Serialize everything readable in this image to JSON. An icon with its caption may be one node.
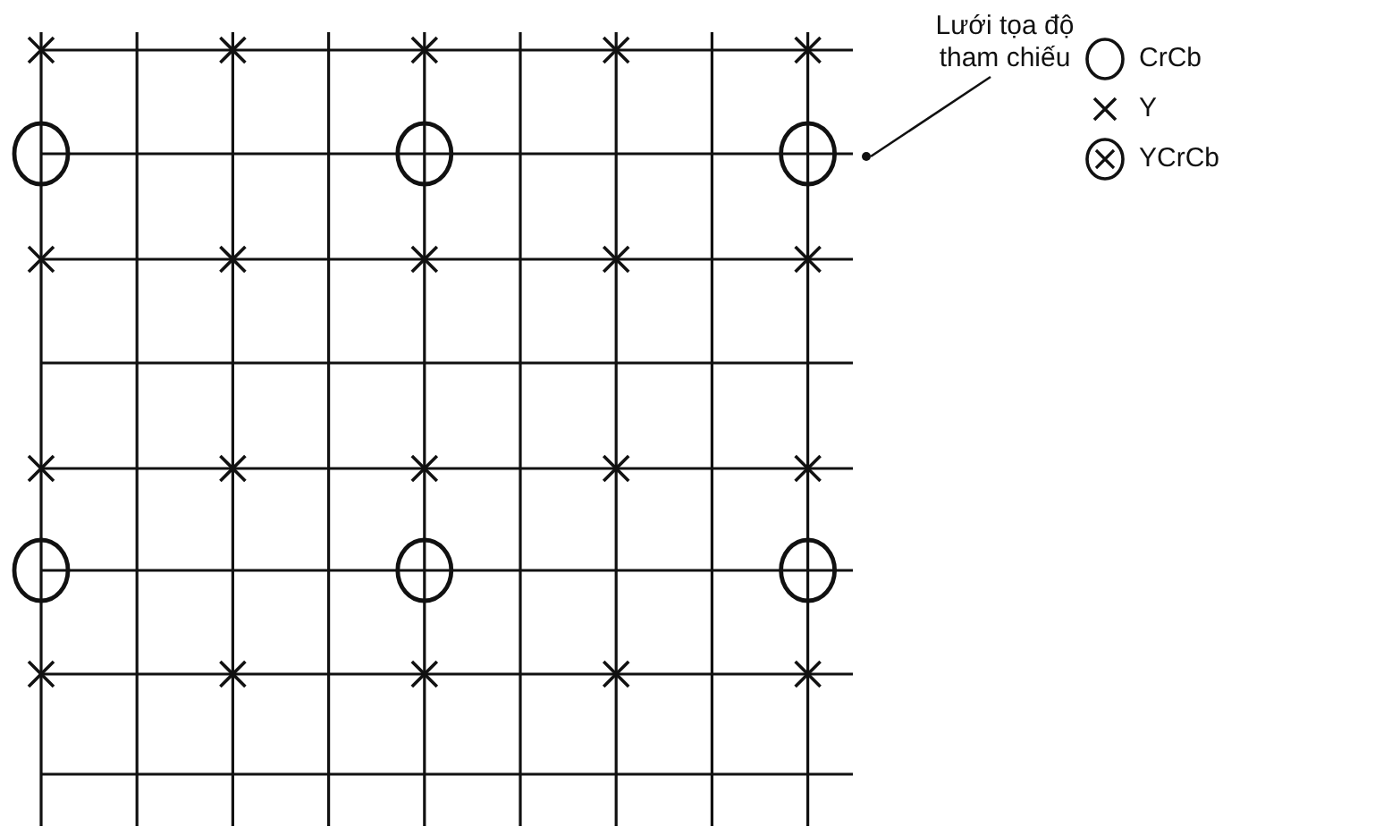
{
  "diagram": {
    "nodes": [
      {
        "text": [
          "Lưới tọa độ tham chiếu"
        ]
      },
      {
        "text": [],
        "shape": "circle"
      }
    ],
    "edges": [
      {
        "from": 0,
        "to": 1,
        "arrow": "none"
      }
    ],
    "legend": [
      {
        "text": "CrCb"
      },
      {
        "text": "Y"
      },
      {
        "text": "YCrCb"
      }
    ]
  }
}
